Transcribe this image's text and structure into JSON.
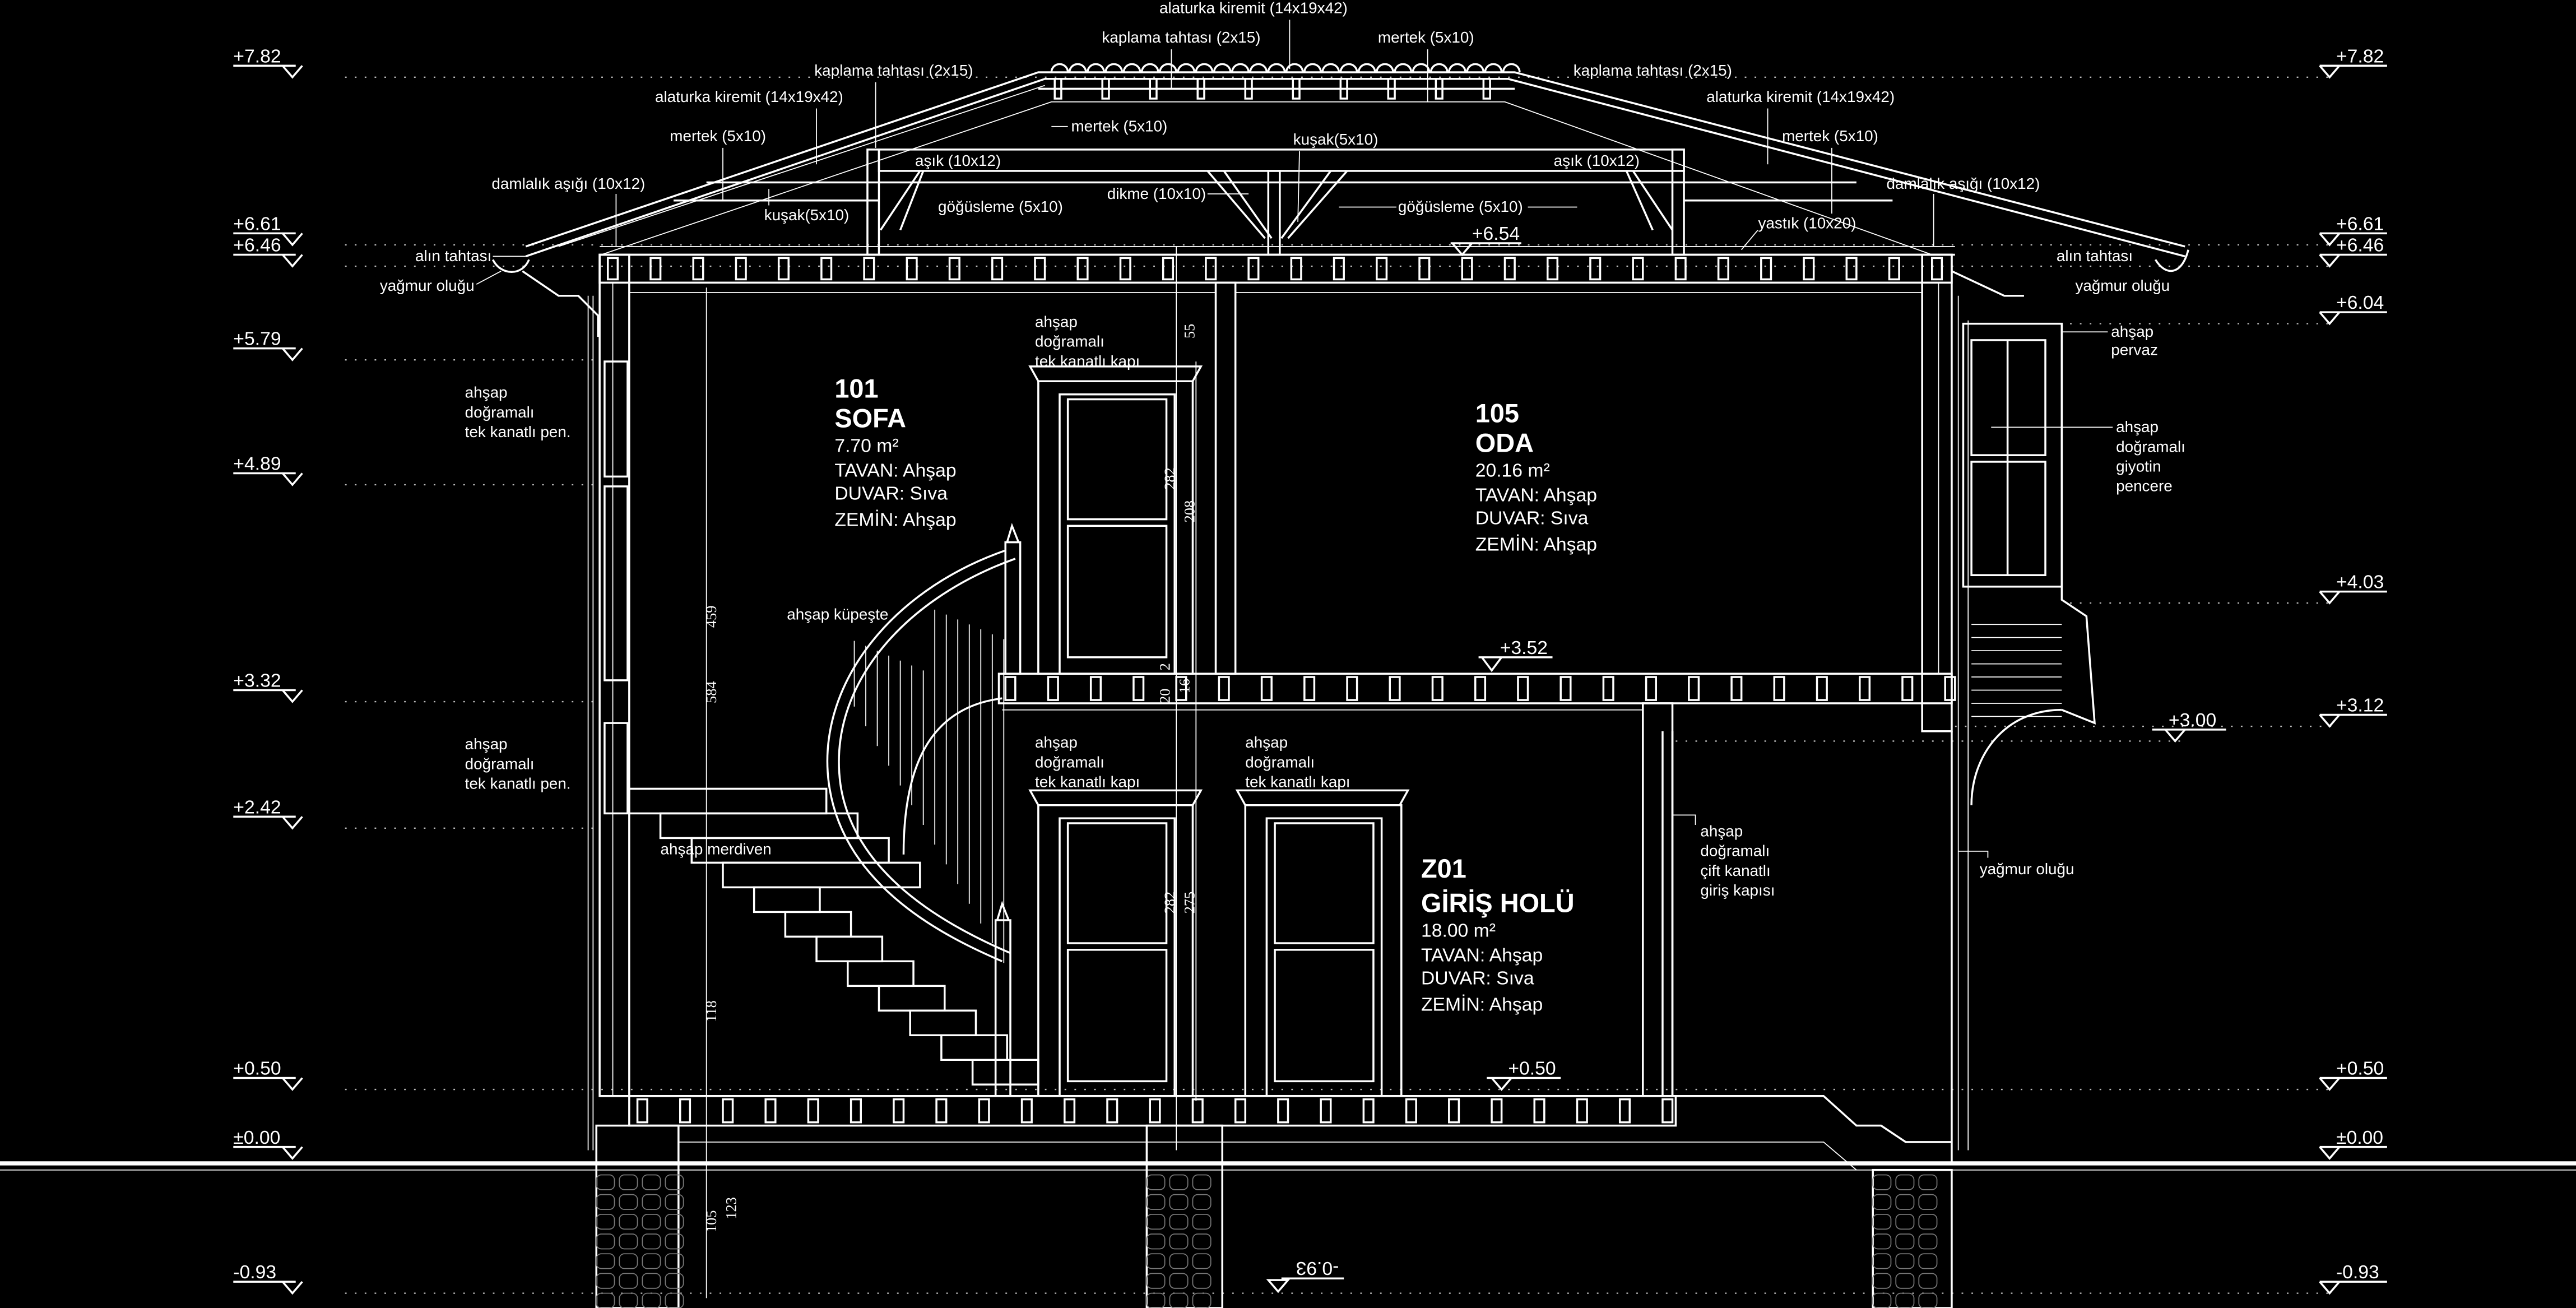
{
  "levels_left": [
    "+7.82",
    "+6.61",
    "+6.46",
    "+5.79",
    "+4.89",
    "+3.32",
    "+2.42",
    "+0.50",
    "±0.00",
    "-0.93"
  ],
  "levels_right": [
    "+7.82",
    "+6.61",
    "+6.46",
    "+6.04",
    "+4.03",
    "+3.12",
    "+0.50",
    "±0.00",
    "-0.93"
  ],
  "levels_inner": {
    "roof": "+6.54",
    "upper_floor": "+3.52",
    "ground_floor": "+0.50",
    "side": "+3.00",
    "foundation": "-0.93"
  },
  "roof_labels": {
    "tile_top": "alaturka kiremit (14x19x42)",
    "board_top": "kaplama tahtası (2x15)",
    "rafter_top": "mertek (5x10)",
    "board_left": "kaplama tahtası (2x15)",
    "board_right": "kaplama tahtası (2x15)",
    "tile_left": "alaturka kiremit (14x19x42)",
    "tile_right": "alaturka kiremit (14x19x42)",
    "rafter_inner": "mertek (5x10)",
    "rafter_left": "mertek (5x10)",
    "rafter_right": "mertek (5x10)",
    "tie_center": "kuşak(5x10)",
    "purlin_left": "aşık (10x12)",
    "purlin_right": "aşık (10x12)",
    "eave_purlin_left": "damlalık aşığı (10x12)",
    "eave_purlin_right": "damlalık aşığı (10x12)",
    "post": "dikme (10x10)",
    "tie_left": "kuşak(5x10)",
    "brace_left": "göğüsleme (5x10)",
    "brace_right": "göğüsleme (5x10)",
    "sill": "yastık (10x20)",
    "fascia_left": "alın tahtası",
    "fascia_right": "alın tahtası",
    "gutter_left": "yağmur oluğu",
    "gutter_right": "yağmur oluğu"
  },
  "element_labels": {
    "pervaz": [
      "ahşap",
      "pervaz"
    ],
    "sash_window": [
      "ahşap",
      "doğramalı",
      "giyotin",
      "pencere"
    ],
    "window_upper": [
      "ahşap",
      "doğramalı",
      "tek kanatlı pen."
    ],
    "window_lower": [
      "ahşap",
      "doğramalı",
      "tek kanatlı pen."
    ],
    "door_upper": [
      "ahşap",
      "doğramalı",
      "tek kanatlı kapı"
    ],
    "door_lower_1": [
      "ahşap",
      "doğramalı",
      "tek kanatlı kapı"
    ],
    "door_lower_2": [
      "ahşap",
      "doğramalı",
      "tek kanatlı kapı"
    ],
    "handrail": "ahşap küpeşte",
    "stair": "ahşap merdiven",
    "entrance_door": [
      "ahşap",
      "doğramalı",
      "çift kanatlı",
      "giriş kapısı"
    ],
    "downpipe": "yağmur oluğu"
  },
  "rooms": [
    {
      "number": "101",
      "name": "SOFA",
      "area": "7.70 m²",
      "ceiling": "TAVAN: Ahşap",
      "wall": "DUVAR: Sıva",
      "floor": "ZEMİN: Ahşap"
    },
    {
      "number": "105",
      "name": "ODA",
      "area": "20.16 m²",
      "ceiling": "TAVAN: Ahşap",
      "wall": "DUVAR: Sıva",
      "floor": "ZEMİN: Ahşap"
    },
    {
      "number": "Z01",
      "name": "GİRİŞ HOLÜ",
      "area": "18.00 m²",
      "ceiling": "TAVAN: Ahşap",
      "wall": "DUVAR: Sıva",
      "floor": "ZEMİN: Ahşap"
    }
  ],
  "dimensions": {
    "d459": "459",
    "d584": "584",
    "d118": "118",
    "d105": "105",
    "d123": "123",
    "d282a": "282",
    "d208": "208",
    "d55": "55",
    "d282b": "282",
    "d275": "275",
    "d20": "20",
    "d16": "16",
    "d2": "2"
  }
}
